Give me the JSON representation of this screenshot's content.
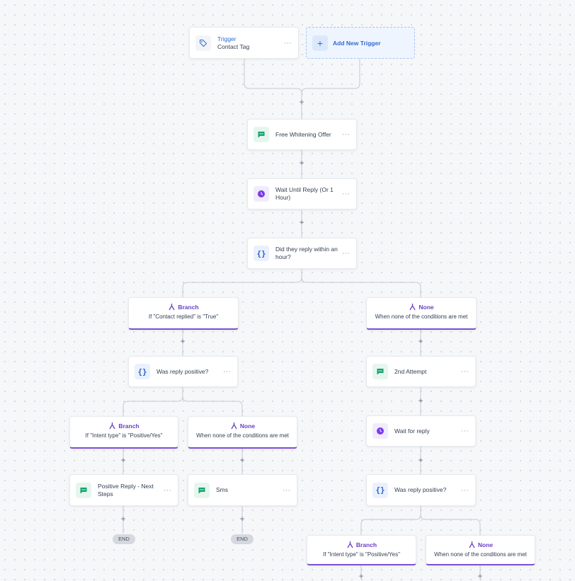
{
  "trigger": {
    "title": "Trigger",
    "subtitle": "Contact Tag"
  },
  "add_trigger": {
    "label": "Add New Trigger"
  },
  "actions": {
    "free_offer": "Free Whitening Offer",
    "wait_reply_1h": "Wait Until Reply (Or 1 Hour)",
    "did_reply": "Did they reply within an hour?",
    "was_positive_a": "Was reply positive?",
    "second_attempt": "2nd Attempt",
    "wait_reply": "Wait for reply",
    "was_positive_b": "Was reply positive?",
    "positive_next": "Positive Reply - Next Steps",
    "sms": "Sms"
  },
  "branches": {
    "b1_branch": {
      "title": "Branch",
      "desc": "If \"Contact replied\" is \"True\""
    },
    "b1_none": {
      "title": "None",
      "desc": "When none of the conditions are met"
    },
    "b2_branch": {
      "title": "Branch",
      "desc": "If \"Intent type\" is \"Positive/Yes\""
    },
    "b2_none": {
      "title": "None",
      "desc": "When none of the conditions are met"
    },
    "b3_branch": {
      "title": "Branch",
      "desc": "If \"Intent type\" is \"Positive/Yes\""
    },
    "b3_none": {
      "title": "None",
      "desc": "When none of the conditions are met"
    }
  },
  "end_label": "END",
  "more_label": "···",
  "plus_label": "+",
  "colors": {
    "sms": "#12a36b",
    "wait": "#7c3aed",
    "branch": "#6941c6",
    "trigger": "#2f6bd8"
  }
}
